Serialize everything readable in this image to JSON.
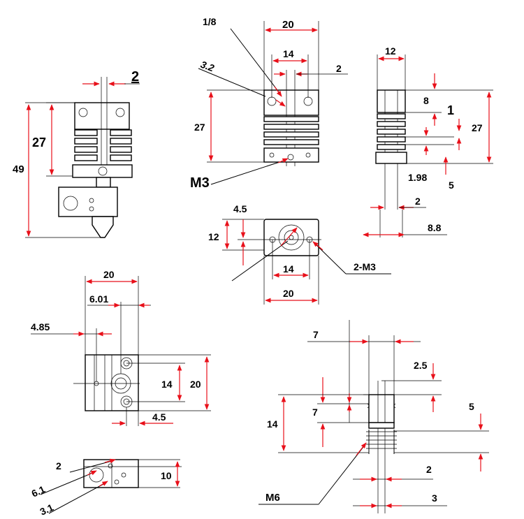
{
  "colors": {
    "arrow": "#e8101a",
    "line": "#000000",
    "background": "#ffffff"
  },
  "views": {
    "side_view": {
      "top_width": "2",
      "heatsink_height": "27",
      "total_height": "49"
    },
    "front_view": {
      "thread": "1/8",
      "hole": "3.2",
      "outer_width": "20",
      "hole_spacing": "14",
      "gap": "2",
      "height": "27",
      "screw": "M3"
    },
    "right_view": {
      "width": "12",
      "top_height": "8",
      "fin": "1",
      "height": "27",
      "fin_gap": "1.98",
      "step": "5",
      "tube": "2",
      "tube_span": "8.8"
    },
    "top_view": {
      "offset": "4.5",
      "height": "12",
      "hole_spacing": "14",
      "width": "20",
      "screws": "2-M3"
    },
    "heater_block": {
      "width": "20",
      "offset_a": "6.01",
      "offset_b": "4.85",
      "hole_spacing": "14",
      "height": "20",
      "bottom_offset": "4.5"
    },
    "heater_block_side": {
      "a": "2",
      "b": "6.1",
      "c": "3.1",
      "height": "10"
    },
    "throat": {
      "width": "7",
      "top": "2.5",
      "height": "7",
      "total": "14",
      "thread_len": "5",
      "bore": "2",
      "outer": "3",
      "thread": "M6"
    }
  }
}
